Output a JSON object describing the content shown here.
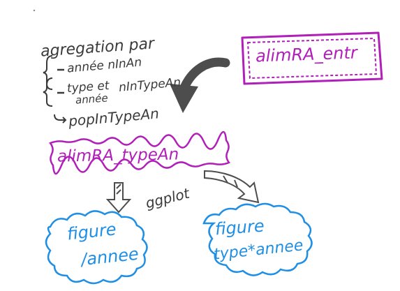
{
  "notes": {
    "title": "agregation par",
    "line1": "année nInAn",
    "line2a": "type et",
    "line2b": "nInTypeAn",
    "line2c": "année",
    "line3": "popInTypeAn"
  },
  "boxes": {
    "source": "alimRA_entr",
    "intermediate": "alimRA_typeAn"
  },
  "edge_label": "ggplot",
  "clouds": {
    "left_line1": "figure",
    "left_line2": "/annee",
    "right_line1": "figure",
    "right_line2": "type*annee"
  },
  "colors": {
    "ink": "#3a3a3a",
    "purple": "#b01fb8",
    "blue": "#1f8fe6",
    "arrow": "#4d4d4d"
  }
}
